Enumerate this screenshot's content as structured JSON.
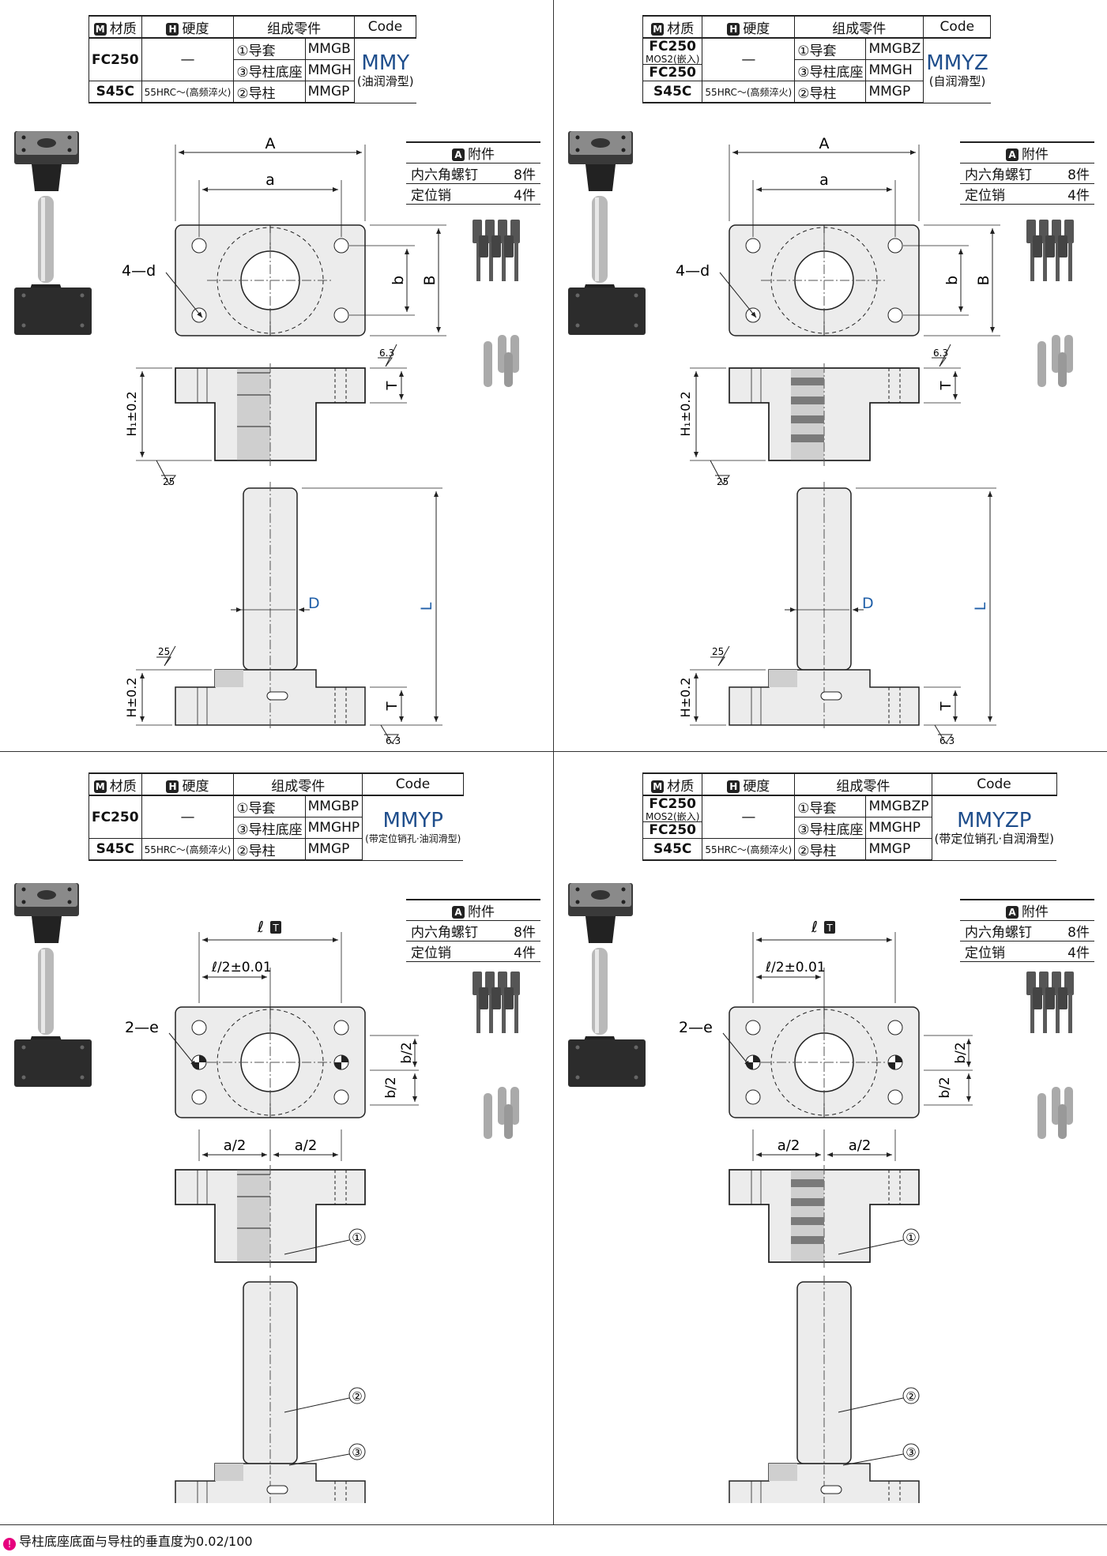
{
  "headers": {
    "material": "材质",
    "hardness": "硬度",
    "parts": "组成零件",
    "code": "Code",
    "material_badge": "M",
    "hardness_badge": "H",
    "accessory_badge": "A"
  },
  "accessories": {
    "title": "附件",
    "row1_name": "内六角螺钉",
    "row1_qty": "8件",
    "row2_name": "定位销",
    "row2_qty": "4件"
  },
  "quadrants": [
    {
      "mat1": "FC250",
      "mat1_sub": "",
      "mat2": "",
      "mat3": "S45C",
      "hard1": "—",
      "hard3": "55HRC～(高频淬火)",
      "part1": "①导套",
      "code1": "MMGB",
      "part2": "③导柱底座",
      "code2": "MMGH",
      "part3": "②导柱",
      "code3": "MMGP",
      "code_main": "MMY",
      "code_sub": "(油润滑型)"
    },
    {
      "mat1": "FC250",
      "mat1_sub": "MOS2(嵌入)",
      "mat2": "FC250",
      "mat3": "S45C",
      "hard1": "—",
      "hard3": "55HRC～(高频淬火)",
      "part1": "①导套",
      "code1": "MMGBZ",
      "part2": "③导柱底座",
      "code2": "MMGH",
      "part3": "②导柱",
      "code3": "MMGP",
      "code_main": "MMYZ",
      "code_sub": "(自润滑型)"
    },
    {
      "mat1": "FC250",
      "mat1_sub": "",
      "mat2": "",
      "mat3": "S45C",
      "hard1": "—",
      "hard3": "55HRC～(高频淬火)",
      "part1": "①导套",
      "code1": "MMGBP",
      "part2": "③导柱底座",
      "code2": "MMGHP",
      "part3": "②导柱",
      "code3": "MMGP",
      "code_main": "MMYP",
      "code_sub": "(带定位销孔·油润滑型)"
    },
    {
      "mat1": "FC250",
      "mat1_sub": "MOS2(嵌入)",
      "mat2": "FC250",
      "mat3": "S45C",
      "hard1": "—",
      "hard3": "55HRC～(高频淬火)",
      "part1": "①导套",
      "code1": "MMGBZP",
      "part2": "③导柱底座",
      "code2": "MMGHP",
      "part3": "②导柱",
      "code3": "MMGP",
      "code_main": "MMYZP",
      "code_sub": "(带定位销孔·自润滑型)"
    }
  ],
  "dims": {
    "A": "A",
    "a": "a",
    "B": "B",
    "b": "b",
    "d": "4—d",
    "e": "2—e",
    "H1": "H₁±0.2",
    "H": "H±0.2",
    "T": "T",
    "D": "D",
    "L": "L",
    "r63": "6.3",
    "r25": "25",
    "l": "ℓ",
    "lbadge": "T",
    "l2": "ℓ/2±0.01",
    "a2": "a/2",
    "b2": "b/2",
    "c1": "①",
    "c2": "②",
    "c3": "③"
  },
  "footer": {
    "icon": "!",
    "text": "导柱底座底面与导柱的垂直度为0.02/100"
  },
  "colors": {
    "blue": "#1f4e8c",
    "light": "#e6e6e6",
    "mid": "#c9c9c9",
    "dark": "#2a2a2a",
    "bushing": "#777777"
  }
}
